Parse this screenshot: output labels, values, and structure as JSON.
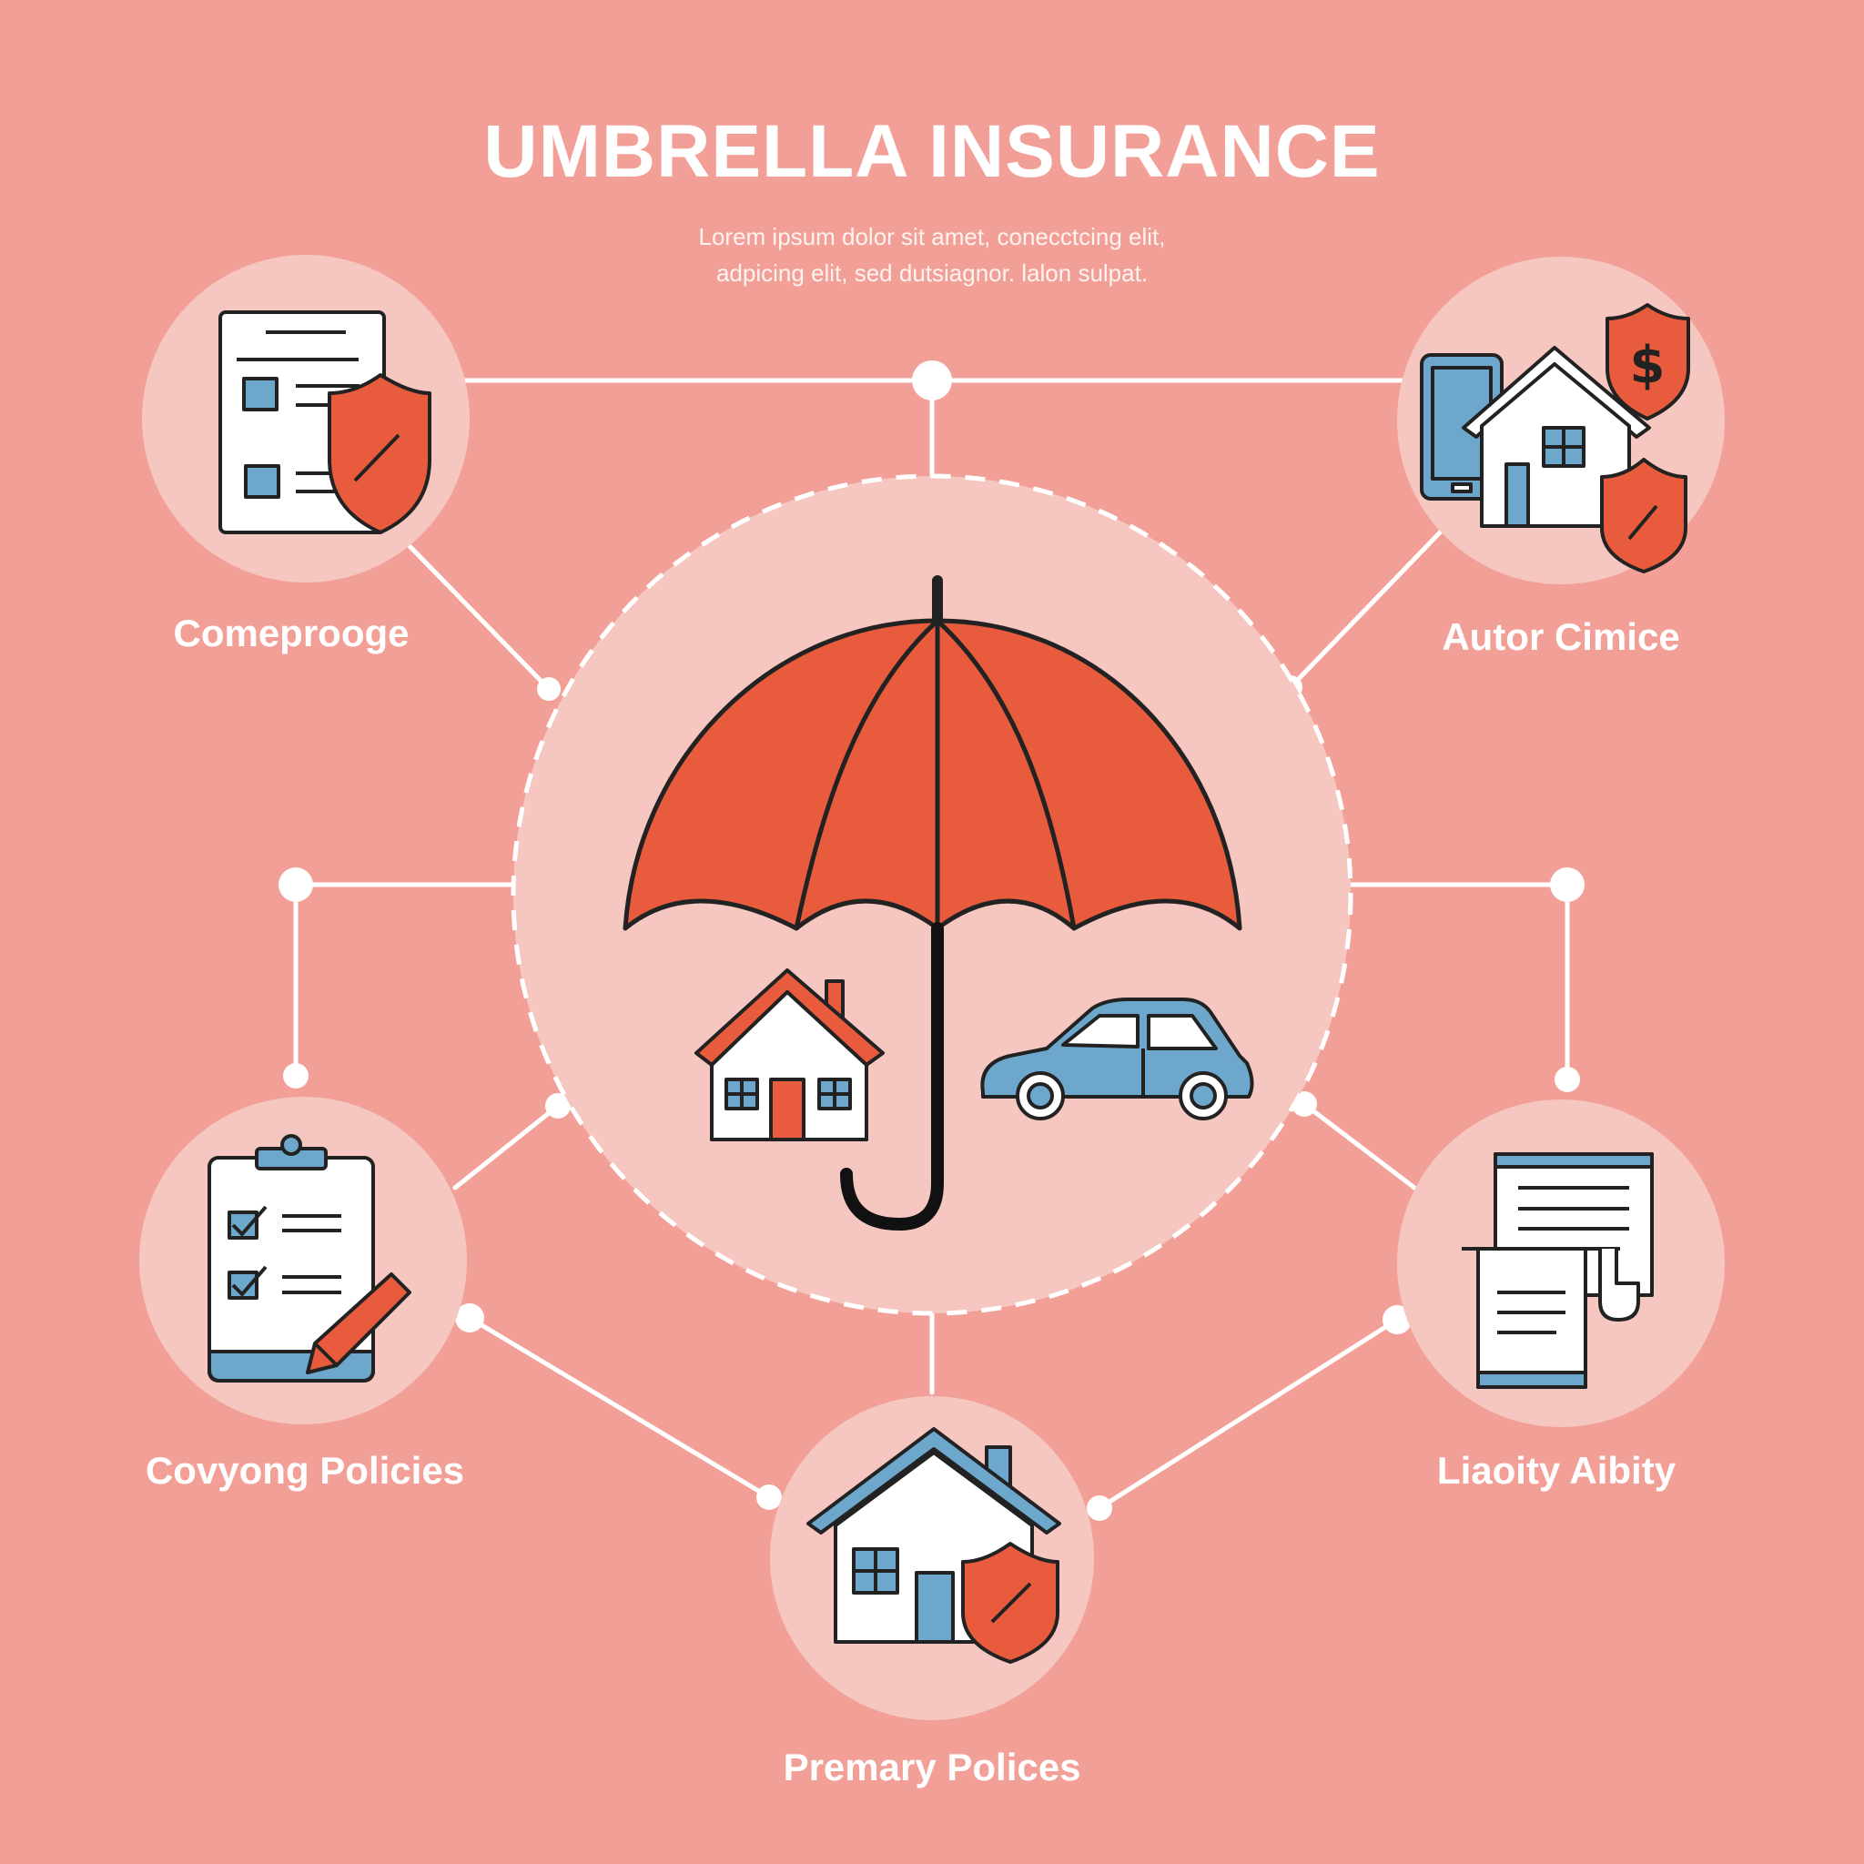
{
  "header": {
    "title": "UMBRELLA INSURANCE",
    "subtitle_line1": "Lorem ipsum dolor sit amet, conecctcing elit,",
    "subtitle_line2": "adpicing elit, sed dutsiagnor. lalon sulpat."
  },
  "nodes": {
    "top_left": {
      "label": "Comeproogе",
      "icon": "policy-document-shield-icon"
    },
    "top_right": {
      "label": "Autor Cimice",
      "icon": "home-device-shield-icon"
    },
    "bottom_left": {
      "label": "Covyong Policies",
      "icon": "checklist-clipboard-icon"
    },
    "bottom_right": {
      "label": "Liaoity Aibity",
      "icon": "liability-documents-icon"
    },
    "bottom": {
      "label": "Premary Polices",
      "icon": "house-shield-icon"
    },
    "center": {
      "icon": "umbrella-home-car-icon"
    }
  },
  "colors": {
    "background": "#f2a097",
    "circle_fill": "#f6c6c0",
    "accent_orange": "#e85c3d",
    "accent_blue": "#6ea7cc",
    "outline": "#222222",
    "connector": "#ffffff"
  }
}
